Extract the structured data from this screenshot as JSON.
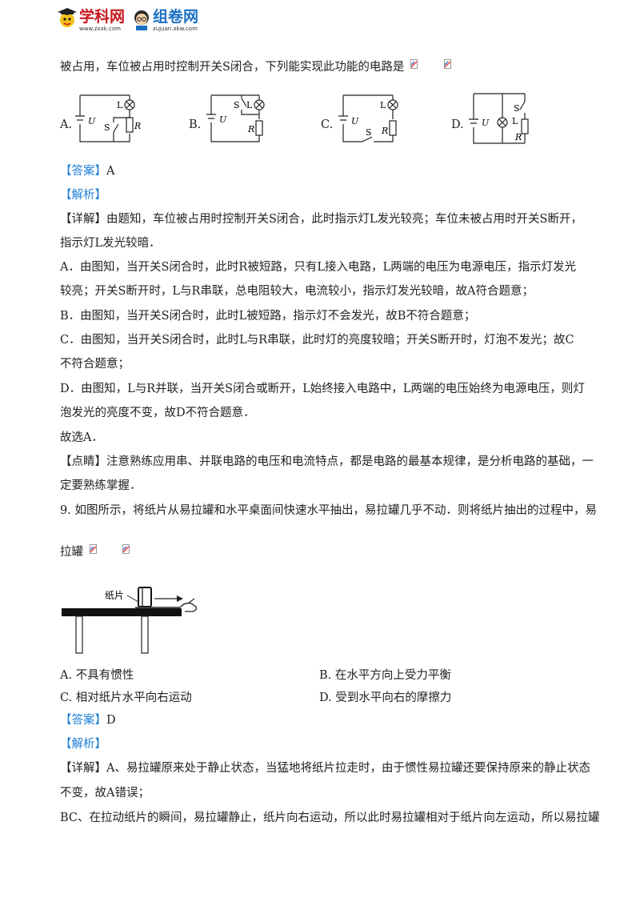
{
  "header": {
    "logo_left": {
      "main": "学科网",
      "sub": "www.zxxk.com"
    },
    "logo_right": {
      "main": "组卷网",
      "sub": "zujuan.xkw.com"
    }
  },
  "q8": {
    "stem_tail": "被占用，车位被占用时控制开关S闭合，下列能实现此功能的电路是",
    "options": [
      {
        "label": "A.",
        "letters": {
          "L": "L",
          "U": "U",
          "S": "S",
          "R": "R"
        }
      },
      {
        "label": "B.",
        "letters": {
          "L": "L",
          "U": "U",
          "S": "S",
          "R": "R"
        }
      },
      {
        "label": "C.",
        "letters": {
          "L": "L",
          "U": "U",
          "S": "S",
          "R": "R"
        }
      },
      {
        "label": "D.",
        "letters": {
          "L": "L",
          "U": "U",
          "S": "S",
          "R": "R"
        }
      }
    ],
    "answer_tag": "【答案】",
    "answer": "A",
    "analysis_tag": "【解析】",
    "detail_lines": [
      "【详解】由题知，车位被占用时控制开关S闭合，此时指示灯L发光较亮；车位未被占用时开关S断开，",
      "指示灯L发光较暗．",
      "A．由图知，当开关S闭合时，此时R被短路，只有L接入电路，L两端的电压为电源电压，指示灯发光",
      "较亮；开关S断开时，L与R串联，总电阻较大，电流较小，指示灯发光较暗，故A符合题意；",
      "B．由图知，当开关S闭合时，此时L被短路，指示灯不会发光，故B不符合题意；",
      "C．由图知，当开关S闭合时，此时L与R串联，此时灯的亮度较暗；开关S断开时，灯泡不发光；故C",
      "不符合题意；",
      "D．由图知，L与R并联，当开关S闭合或断开，L始终接入电路中，L两端的电压始终为电源电压，则灯",
      "泡发光的亮度不变，故D不符合题意．",
      "故选A．",
      "【点睛】注意熟练应用串、并联电路的电压和电流特点，都是电路的最基本规律，是分析电路的基础，一",
      "定要熟练掌握．"
    ]
  },
  "q9": {
    "stem_line1": "9. 如图所示，将纸片从易拉罐和水平桌面间快速水平抽出，易拉罐几乎不动．则将纸片抽出的过程中，易",
    "stem_line2": "拉罐",
    "figure_label": "纸片",
    "options": [
      {
        "label": "A.",
        "text": "不具有惯性"
      },
      {
        "label": "B.",
        "text": "在水平方向上受力平衡"
      },
      {
        "label": "C.",
        "text": "相对纸片水平向右运动"
      },
      {
        "label": "D.",
        "text": "受到水平向右的摩擦力"
      }
    ],
    "answer_tag": "【答案】",
    "answer": "D",
    "analysis_tag": "【解析】",
    "detail_lines": [
      "【详解】A、易拉罐原来处于静止状态，当猛地将纸片拉走时，由于惯性易拉罐还要保持原来的静止状态",
      "不变，故A错误；",
      "BC、在拉动纸片的瞬间，易拉罐静止，纸片向右运动，所以此时易拉罐相对于纸片向左运动，所以易拉罐"
    ]
  }
}
